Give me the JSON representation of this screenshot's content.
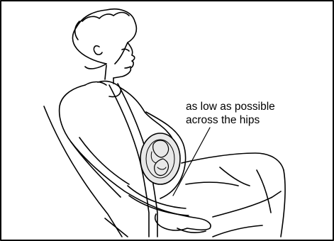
{
  "illustration": {
    "subject_icon": "pregnant-woman-seatbelt-illustration",
    "callout": {
      "line1": "as low as possible",
      "line2": "across the hips"
    },
    "colors": {
      "line": "#000000",
      "fetus_fill": "#e8e8e8",
      "background": "#ffffff"
    }
  }
}
